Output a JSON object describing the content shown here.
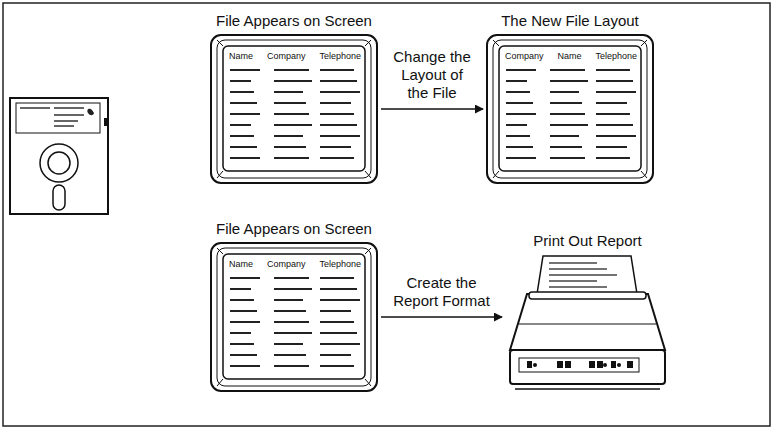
{
  "diagram": {
    "nodes": [
      {
        "text": []
      },
      {
        "text": [
          "File Appears on Screen",
          "Name",
          "Company",
          "Telephone"
        ]
      },
      {
        "text": [
          "The New File Layout",
          "Company",
          "Name",
          "Telephone"
        ]
      },
      {
        "text": [
          "File Appears on Screen",
          "Name",
          "Company",
          "Telephone"
        ]
      },
      {
        "text": [
          "Print Out Report"
        ]
      }
    ],
    "edges": [
      {
        "from": 0,
        "to": 1,
        "arrow": "to"
      },
      {
        "from": 0,
        "to": 3,
        "arrow": "to"
      },
      {
        "from": 1,
        "to": 2,
        "label": "Change the Layout of the File",
        "arrow": "to"
      },
      {
        "from": 3,
        "to": 4,
        "label": "Create the Report Format",
        "arrow": "to"
      }
    ]
  }
}
